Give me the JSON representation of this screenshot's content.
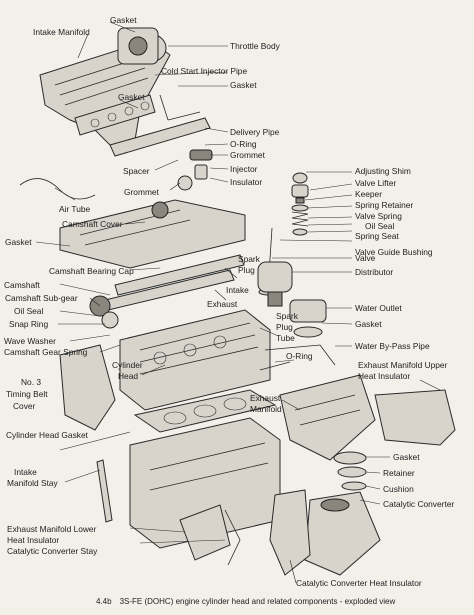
{
  "diagram": {
    "caption_number": "4.4b",
    "caption_text": "3S-FE (DOHC) engine cylinder head and related components - exploded view",
    "labels_left": {
      "intake_manifold": "Intake Manifold",
      "gasket_top": "Gasket",
      "gasket_mid": "Gasket",
      "spacer": "Spacer",
      "grommet": "Grommet",
      "air_tube": "Air Tube",
      "camshaft_cover": "Camshaft Cover",
      "gasket_cover": "Gasket",
      "camshaft_bearing_cap": "Camshaft Bearing Cap",
      "camshaft": "Camshaft",
      "camshaft_sub_gear": "Camshaft Sub-gear",
      "oil_seal": "Oil Seal",
      "snap_ring": "Snap Ring",
      "wave_washer": "Wave Washer",
      "camshaft_gear_spring": "Camshaft Gear Spring",
      "timing_belt_cover_1": "No. 3",
      "timing_belt_cover_2": "Timing Belt",
      "timing_belt_cover_3": "Cover",
      "cylinder_head_gasket": "Cylinder Head Gasket",
      "intake_manifold_stay_1": "Intake",
      "intake_manifold_stay_2": "Manifold Stay",
      "exh_manifold_lower_1": "Exhaust Manifold Lower",
      "exh_manifold_lower_2": "Heat Insulator",
      "cat_conv_stay": "Catalytic Converter Stay"
    },
    "labels_center": {
      "spark_plug_1": "Spark",
      "spark_plug_2": "Plug",
      "intake": "Intake",
      "exhaust": "Exhaust",
      "spark_plug_tube_1": "Spark",
      "spark_plug_tube_2": "Plug",
      "spark_plug_tube_3": "Tube",
      "o_ring_lower": "O-Ring",
      "cylinder_head_1": "Cylinder",
      "cylinder_head_2": "Head",
      "exhaust_manifold_1": "Exhaust",
      "exhaust_manifold_2": "Manifold"
    },
    "labels_right": {
      "throttle_body": "Throttle Body",
      "cold_start_injector_pipe": "Cold Start Injector Pipe",
      "gasket_right": "Gasket",
      "delivery_pipe": "Delivery Pipe",
      "o_ring": "O-Ring",
      "grommet_right": "Grommet",
      "injector": "Injector",
      "insulator": "Insulator",
      "adjusting_shim": "Adjusting Shim",
      "valve_lifter": "Valve Lifter",
      "keeper": "Keeper",
      "spring_retainer": "Spring Retainer",
      "valve_spring": "Valve Spring",
      "oil_seal_right": "Oil Seal",
      "spring_seat": "Spring Seat",
      "valve_guide_bushing": "Valve Guide Bushing",
      "valve": "Valve",
      "distributor": "Distributor",
      "water_outlet": "Water Outlet",
      "gasket_water": "Gasket",
      "water_bypass_pipe": "Water By-Pass Pipe",
      "exh_upper_heat_1": "Exhaust Manifold Upper",
      "exh_upper_heat_2": "Heat Insulator",
      "gasket_exh": "Gasket",
      "retainer": "Retainer",
      "cushion": "Cushion",
      "catalytic_converter": "Catalytic Converter",
      "cat_conv_heat_insulator": "Catalytic Converter Heat Insulator"
    }
  }
}
